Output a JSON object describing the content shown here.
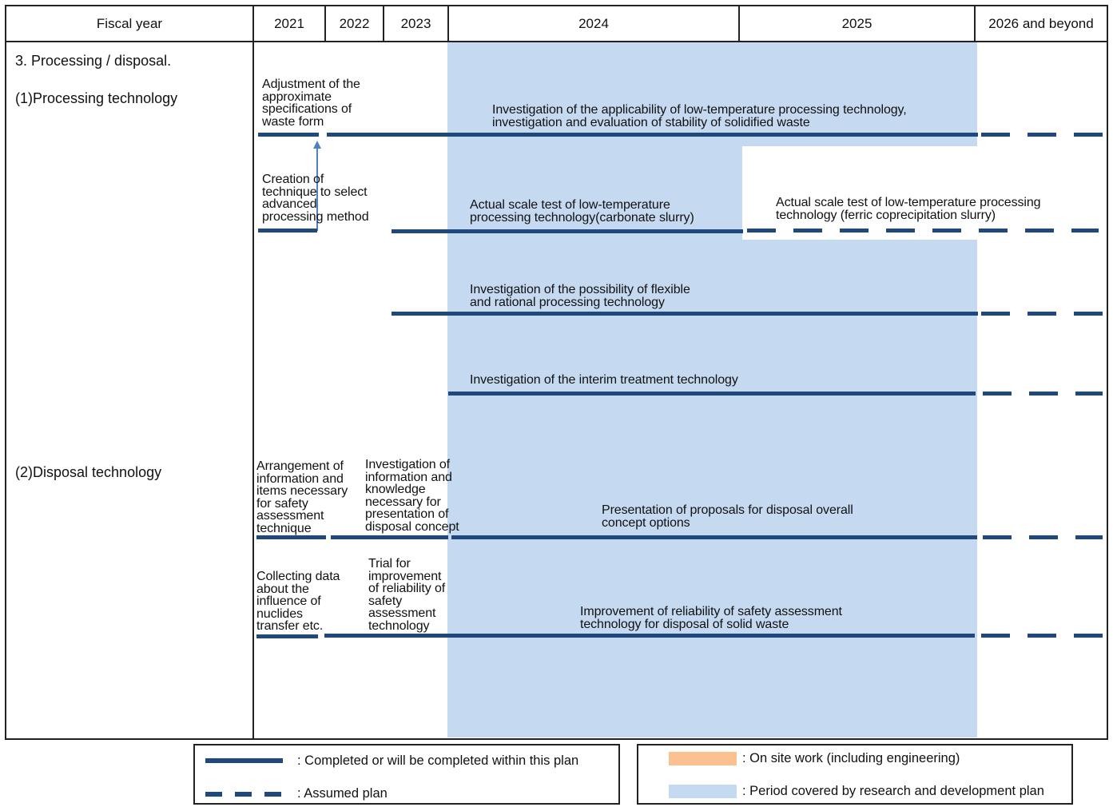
{
  "header": {
    "col0": "Fiscal year",
    "years": [
      "2021",
      "2022",
      "2023",
      "2024",
      "2025",
      "2026 and beyond"
    ]
  },
  "sections": {
    "main": "3. Processing / disposal.",
    "processing": "(1)Processing technology",
    "disposal": "(2)Disposal technology"
  },
  "tasks": {
    "adjust": [
      "Adjustment of the",
      "approximate",
      "specifications of",
      "waste form"
    ],
    "lowtemp_invest": [
      "Investigation of the applicability of low-temperature processing technology,",
      "investigation and evaluation of stability of solidified waste"
    ],
    "creation": [
      "Creation of",
      "technique to select",
      "advanced",
      "processing method"
    ],
    "carbonate": [
      "Actual scale test of low-temperature",
      "processing technology(carbonate slurry)"
    ],
    "ferric": [
      "Actual scale test of low-temperature processing",
      "technology (ferric coprecipitation slurry)"
    ],
    "flexible": [
      "Investigation of the possibility of flexible",
      "and rational processing technology"
    ],
    "interim": [
      "Investigation of the interim treatment technology"
    ],
    "arrangement": [
      "Arrangement of",
      "information and",
      "items necessary",
      "for safety",
      "assessment",
      "technique"
    ],
    "knowledge": [
      "Investigation of",
      "information and",
      "knowledge",
      "necessary for",
      "presentation of",
      "disposal concept"
    ],
    "proposals": [
      "Presentation of proposals for disposal overall",
      "concept options"
    ],
    "collecting": [
      "Collecting data",
      "about the",
      "influence of",
      "nuclides",
      "transfer etc."
    ],
    "trial": [
      "Trial for",
      "improvement",
      "of reliability of",
      "safety",
      "assessment",
      "technology"
    ],
    "reliability": [
      "Improvement of reliability of safety assessment",
      "technology for disposal of solid waste"
    ]
  },
  "legend": {
    "completed": ": Completed or will be completed within this plan",
    "assumed": ": Assumed plan",
    "onsite": ": On site work (including engineering)",
    "period": ": Period covered by research and development plan"
  },
  "colors": {
    "bar": "#1f497d",
    "period_shade": "#c5d9f1",
    "onsite": "#fac090",
    "arrow": "#4f81bd"
  }
}
